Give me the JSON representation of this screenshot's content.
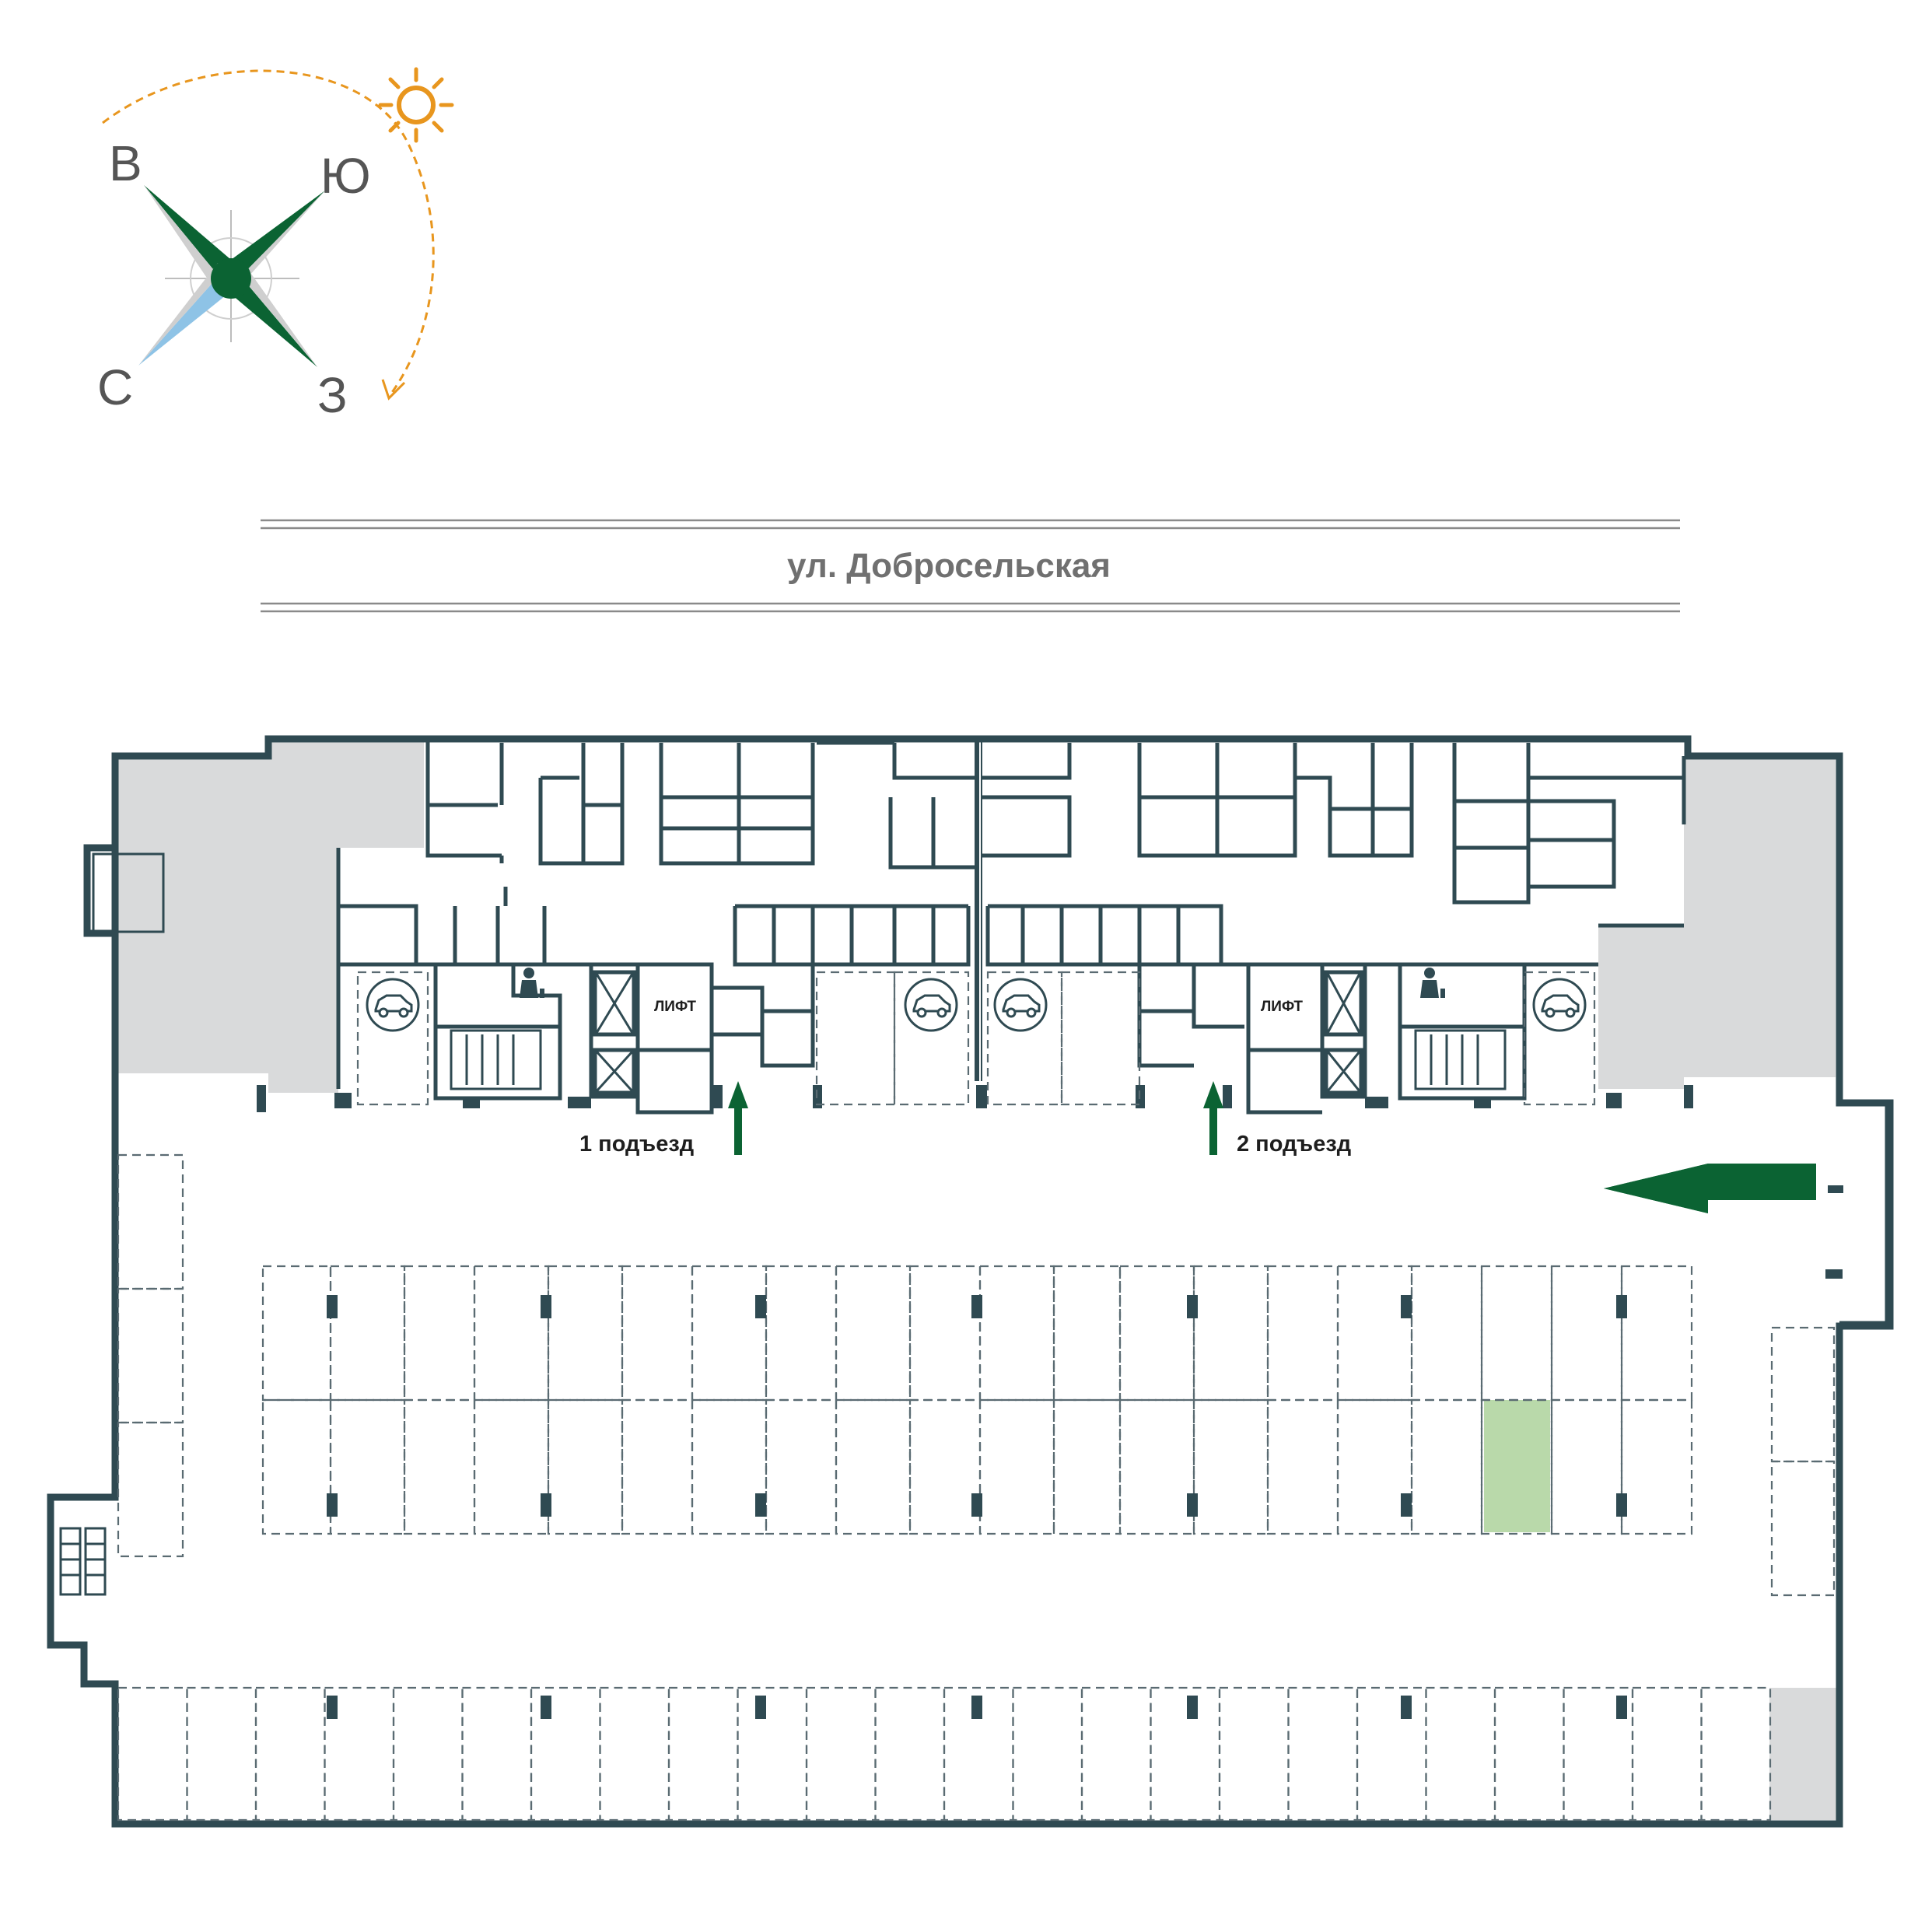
{
  "compass": {
    "north_label": "С",
    "south_label": "Ю",
    "east_label": "В",
    "west_label": "З",
    "sun_icon": "sun-icon",
    "sun_color": "#e8961e",
    "rose_color": "#0b6333",
    "north_needle_color": "#8ec3e6"
  },
  "street": {
    "name": "ул. Добросельская"
  },
  "building": {
    "entrances": [
      {
        "label": "1 подъезд"
      },
      {
        "label": "2 подъезд"
      }
    ],
    "elevators": [
      {
        "label": "ЛИФТ"
      },
      {
        "label": "ЛИФТ"
      }
    ],
    "ev_charging_icon": "electric-car-icon",
    "cleaning_icon": "cleaner-icon",
    "wall_color": "#2f4a52",
    "storage_fill_color": "#d9dadb"
  },
  "parking": {
    "entry_arrow_icon": "arrow-left-icon",
    "highlighted_space_color": "#b9d9aa",
    "highlighted_space": "row-2-upper, space-18"
  }
}
